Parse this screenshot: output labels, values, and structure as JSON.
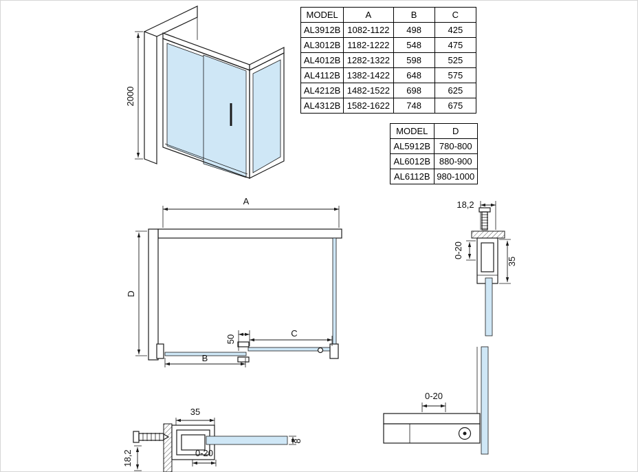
{
  "colors": {
    "glass": "#cfe7f6",
    "line": "#1a1a1a"
  },
  "table_abc": {
    "headers": [
      "MODEL",
      "A",
      "B",
      "C"
    ],
    "rows": [
      [
        "AL3912B",
        "1082-1122",
        "498",
        "425"
      ],
      [
        "AL3012B",
        "1182-1222",
        "548",
        "475"
      ],
      [
        "AL4012B",
        "1282-1322",
        "598",
        "525"
      ],
      [
        "AL4112B",
        "1382-1422",
        "648",
        "575"
      ],
      [
        "AL4212B",
        "1482-1522",
        "698",
        "625"
      ],
      [
        "AL4312B",
        "1582-1622",
        "748",
        "675"
      ]
    ]
  },
  "table_d": {
    "headers": [
      "MODEL",
      "D"
    ],
    "rows": [
      [
        "AL5912B",
        "780-800"
      ],
      [
        "AL6012B",
        "880-900"
      ],
      [
        "AL6112B",
        "980-1000"
      ]
    ]
  },
  "dimensions": {
    "isometric": {
      "height": "2000"
    },
    "plan": {
      "width": "A",
      "depth": "D",
      "door": "B",
      "fixed": "C",
      "overlap": "50"
    },
    "head_detail": {
      "gap": "18,2",
      "adjust": "0-20",
      "profile_depth": "35"
    },
    "bottom_detail": {
      "adjust": "0-20"
    },
    "wall_detail": {
      "profile_width": "35",
      "adjust": "0-20",
      "offset": "18,2",
      "glass_thickness": "8"
    }
  }
}
